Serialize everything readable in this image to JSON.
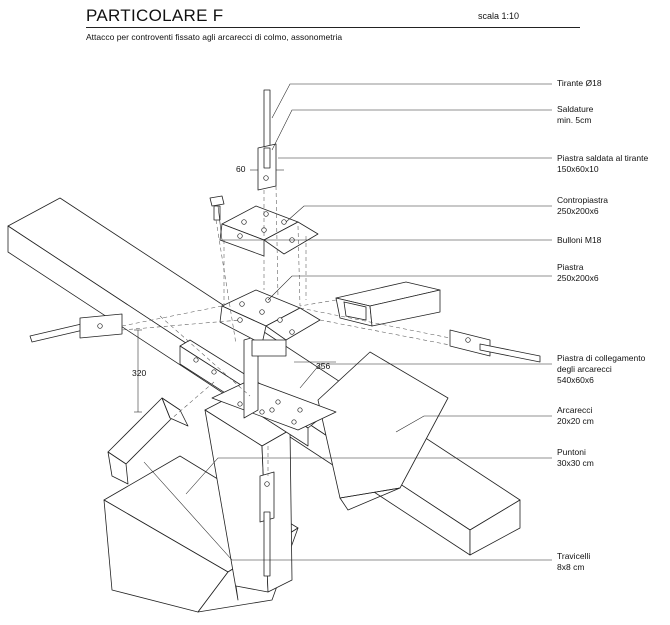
{
  "header": {
    "title": "PARTICOLARE F",
    "scale": "scala 1:10",
    "subtitle": "Attacco per controventi fissato agli arcarecci di colmo, assonometria"
  },
  "labels": [
    {
      "line1": "Tirante Ø18",
      "line2": ""
    },
    {
      "line1": "Saldature",
      "line2": "min. 5cm"
    },
    {
      "line1": "Piastra saldata al tirante",
      "line2": "150x60x10"
    },
    {
      "line1": "Contropiastra",
      "line2": "250x200x6"
    },
    {
      "line1": "Bulloni M18",
      "line2": ""
    },
    {
      "line1": "Piastra",
      "line2": "250x200x6"
    },
    {
      "line1": "Piastra di collegamento",
      "line2": "degli arcarecci",
      "line3": "540x60x6"
    },
    {
      "line1": "Arcarecci",
      "line2": "20x20 cm"
    },
    {
      "line1": "Puntoni",
      "line2": "30x30 cm"
    },
    {
      "line1": "Travicelli",
      "line2": "8x8 cm"
    }
  ],
  "dimensions": {
    "tab_width": "60",
    "height": "320",
    "depth": "356"
  }
}
